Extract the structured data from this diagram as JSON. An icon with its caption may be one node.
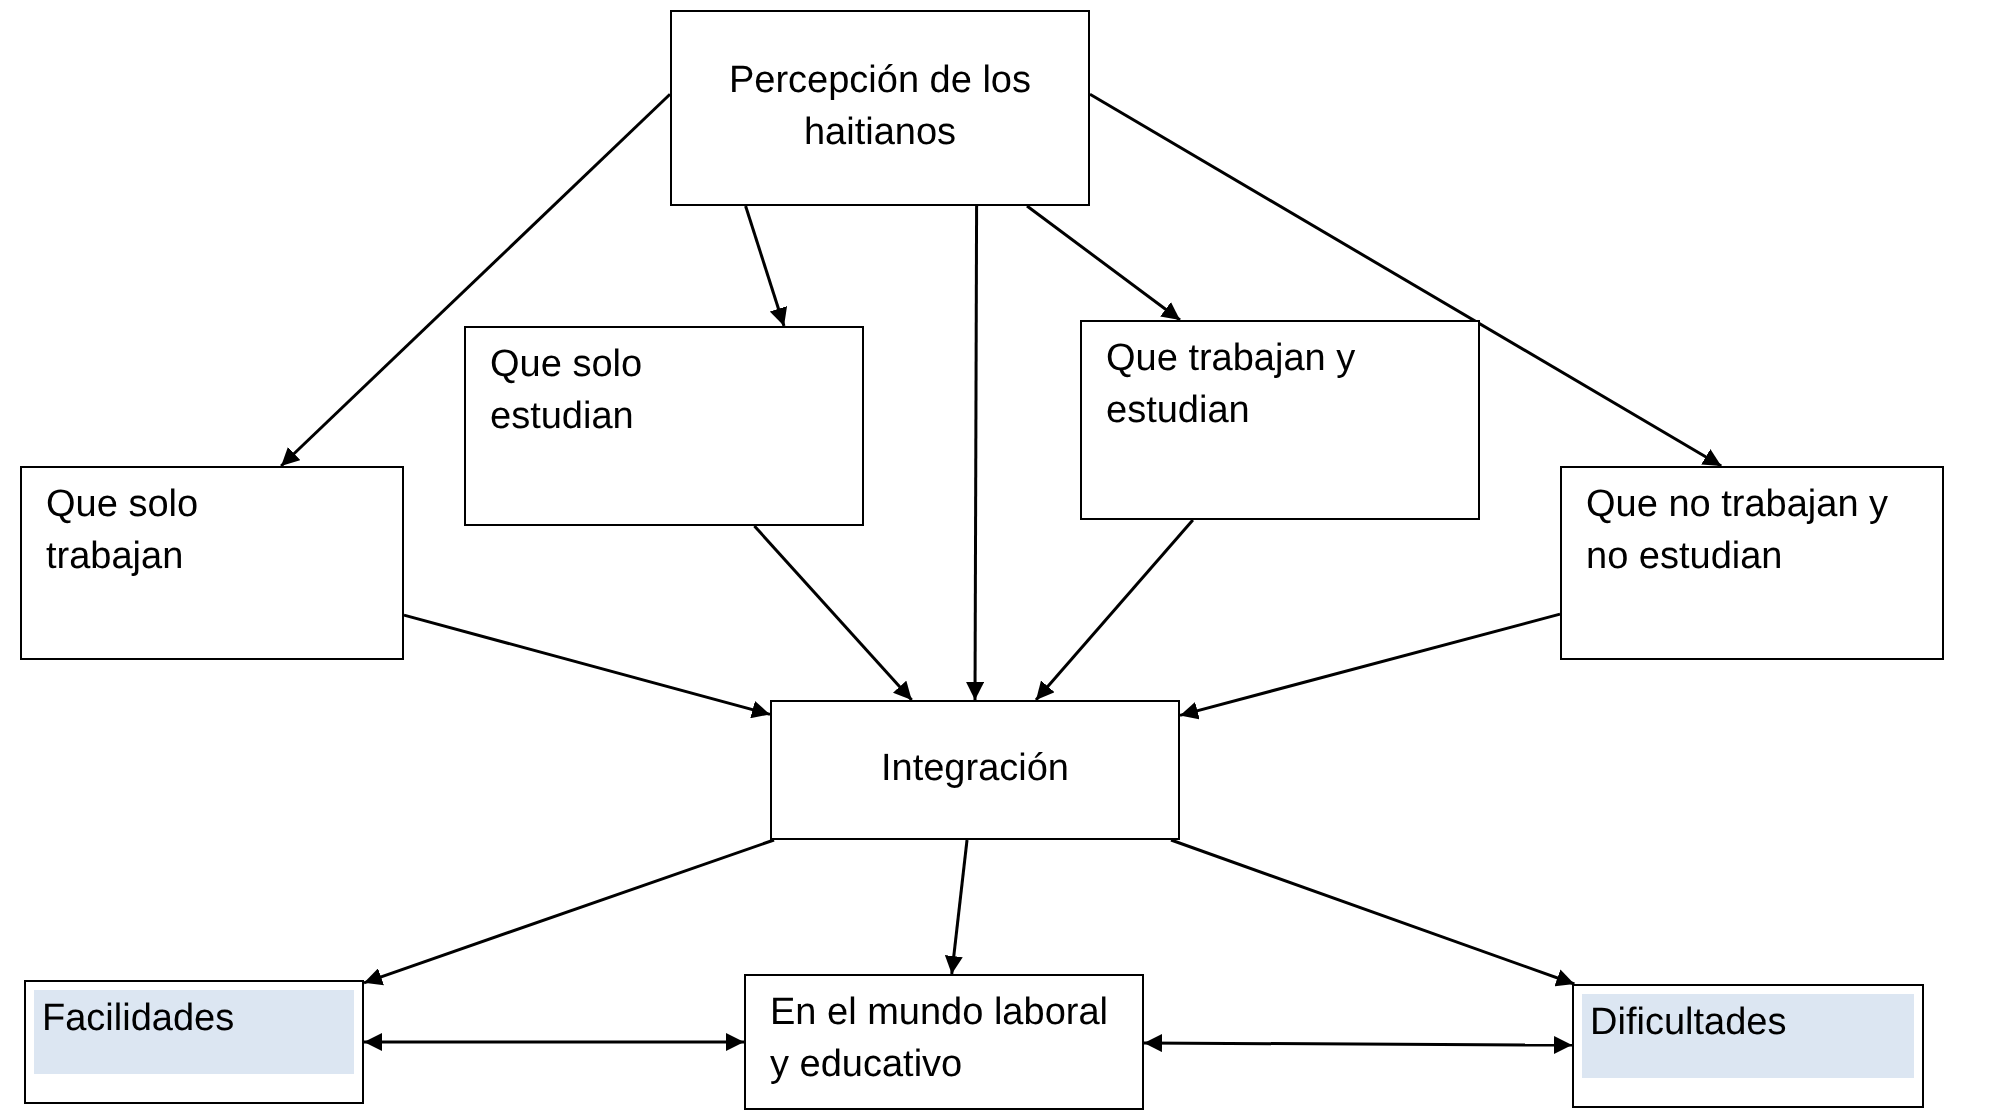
{
  "diagram": {
    "nodes": [
      {
        "text": [
          "Percepción de los haitianos"
        ]
      },
      {
        "text": [
          "Que solo estudian"
        ]
      },
      {
        "text": [
          "Que trabajan y estudian"
        ]
      },
      {
        "text": [
          "Que solo trabajan"
        ]
      },
      {
        "text": [
          "Que no trabajan y no estudian"
        ]
      },
      {
        "text": [
          "Integración"
        ]
      },
      {
        "text": [
          "Facilidades"
        ]
      },
      {
        "text": [
          "En el mundo laboral y educativo"
        ]
      },
      {
        "text": [
          "Dificultades"
        ]
      }
    ],
    "edges": [
      {
        "from": 0,
        "to": 3,
        "arrow": "to"
      },
      {
        "from": 0,
        "to": 1,
        "arrow": "to"
      },
      {
        "from": 0,
        "to": 5,
        "arrow": "to"
      },
      {
        "from": 0,
        "to": 2,
        "arrow": "to"
      },
      {
        "from": 0,
        "to": 4,
        "arrow": "to"
      },
      {
        "from": 1,
        "to": 5,
        "arrow": "to"
      },
      {
        "from": 2,
        "to": 5,
        "arrow": "to"
      },
      {
        "from": 3,
        "to": 5,
        "arrow": "to"
      },
      {
        "from": 4,
        "to": 5,
        "arrow": "to"
      },
      {
        "from": 5,
        "to": 6,
        "arrow": "to"
      },
      {
        "from": 5,
        "to": 7,
        "arrow": "to"
      },
      {
        "from": 5,
        "to": 8,
        "arrow": "to"
      },
      {
        "from": 6,
        "to": 7,
        "arrow": "both"
      },
      {
        "from": 7,
        "to": 8,
        "arrow": "both"
      }
    ]
  }
}
